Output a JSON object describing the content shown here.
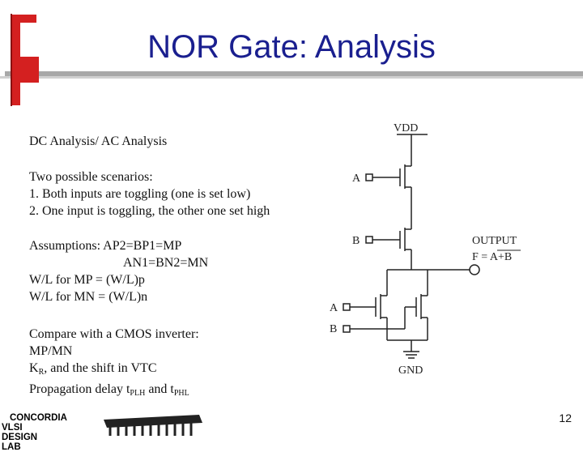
{
  "slide": {
    "title": "NOR Gate: Analysis",
    "page_number": "12"
  },
  "content": {
    "heading": "DC Analysis/ AC Analysis",
    "scenarios": [
      "Two possible scenarios:",
      "1. Both inputs are toggling (one is set low)",
      "2. One input is toggling, the other one set high"
    ],
    "assumptions": [
      "Assumptions: AP2=BP1=MP",
      "AN1=BN2=MN",
      "W/L for MP = (W/L)p",
      "W/L for MN = (W/L)n"
    ],
    "compare": {
      "line1": "Compare with a CMOS  inverter:",
      "line2": " MP/MN",
      "kr_prefix": "K",
      "kr_sub": "R",
      "kr_suffix": ", and the shift in VTC",
      "delay_prefix": "Propagation delay t",
      "plh_sub": "PLH",
      "delay_mid": " and t",
      "phl_sub": "PHL"
    }
  },
  "circuit": {
    "vdd": "VDD",
    "gnd": "GND",
    "input_a_top": "A",
    "input_b_top": "B",
    "input_a_bottom": "A",
    "input_b_bottom": "B",
    "output_label": "OUTPUT",
    "output_expr": "F = A+B"
  },
  "logo": {
    "line1": "CONCORDIA",
    "line2": "VLSI DESIGN LAB"
  },
  "colors": {
    "title": "#1a1f8f",
    "accent_red": "#d42020",
    "gray_bar": "#a0a0a0"
  }
}
